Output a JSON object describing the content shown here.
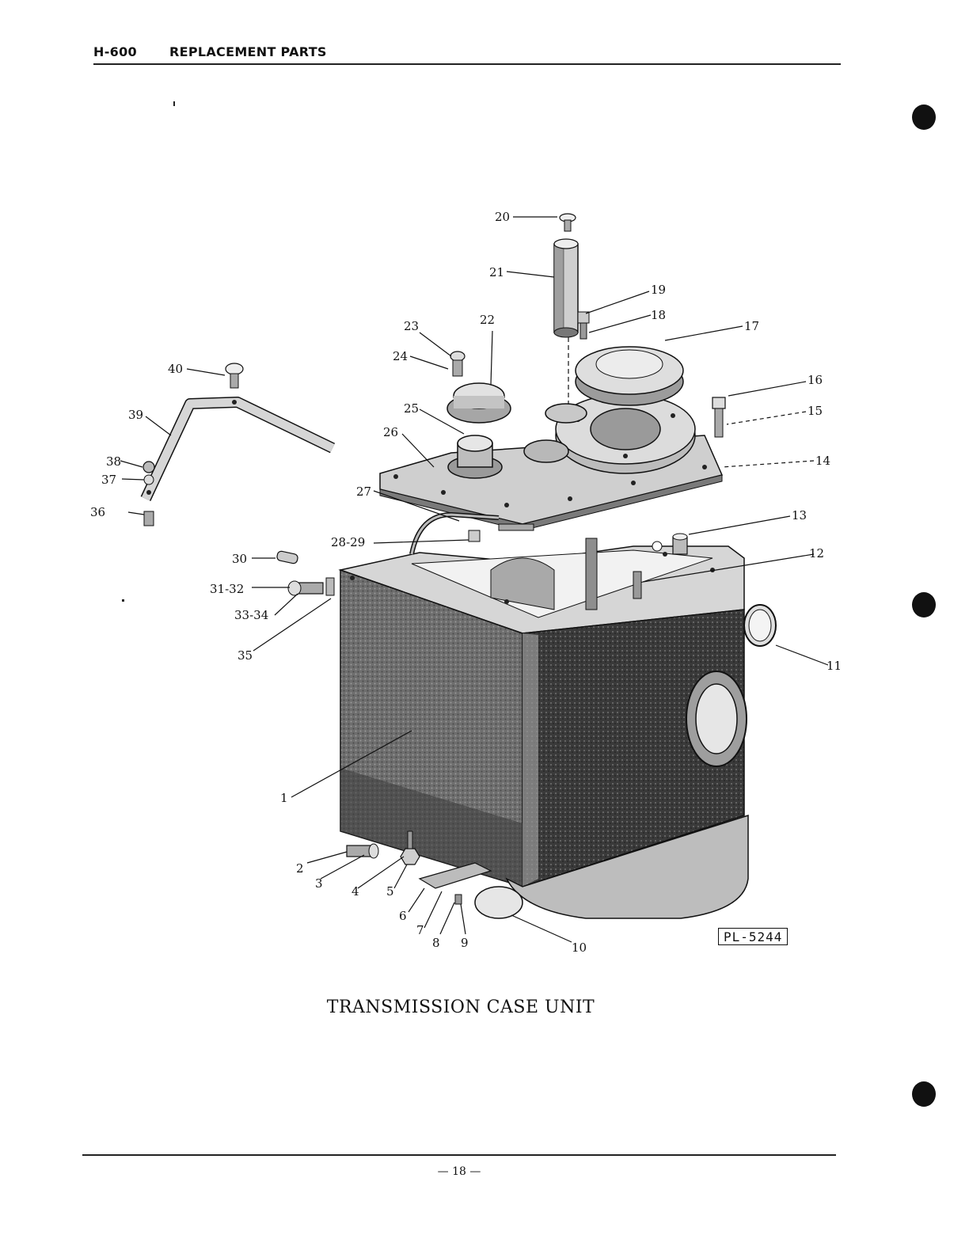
{
  "header": {
    "code": "H-600",
    "title": "REPLACEMENT PARTS"
  },
  "figure": {
    "caption": "TRANSMISSION CASE UNIT",
    "plate_id": "PL-5244",
    "callouts": [
      "1",
      "2",
      "3",
      "4",
      "5",
      "6",
      "7",
      "8",
      "9",
      "10",
      "11",
      "12",
      "13",
      "14",
      "15",
      "16",
      "17",
      "18",
      "19",
      "20",
      "21",
      "22",
      "23",
      "24",
      "25",
      "26",
      "27",
      "28-29",
      "30",
      "31-32",
      "33-34",
      "35",
      "36",
      "37",
      "38",
      "39",
      "40"
    ]
  },
  "footer": {
    "page": "— 18 —"
  },
  "colors": {
    "ink": "#111111",
    "shade_dark": "#3a3a3a",
    "shade_mid": "#7a7a7a",
    "shade_light": "#c8c8c8",
    "paper": "#ffffff"
  }
}
